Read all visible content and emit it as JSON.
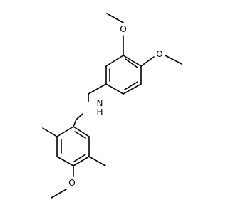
{
  "molecule": {
    "atom_labels": {
      "o_top": "O",
      "o_right": "O",
      "nitrogen": "N",
      "hydrogen": "H",
      "o_bottom": "O"
    },
    "colors": {
      "bond": "#000000",
      "background": "#ffffff"
    }
  }
}
